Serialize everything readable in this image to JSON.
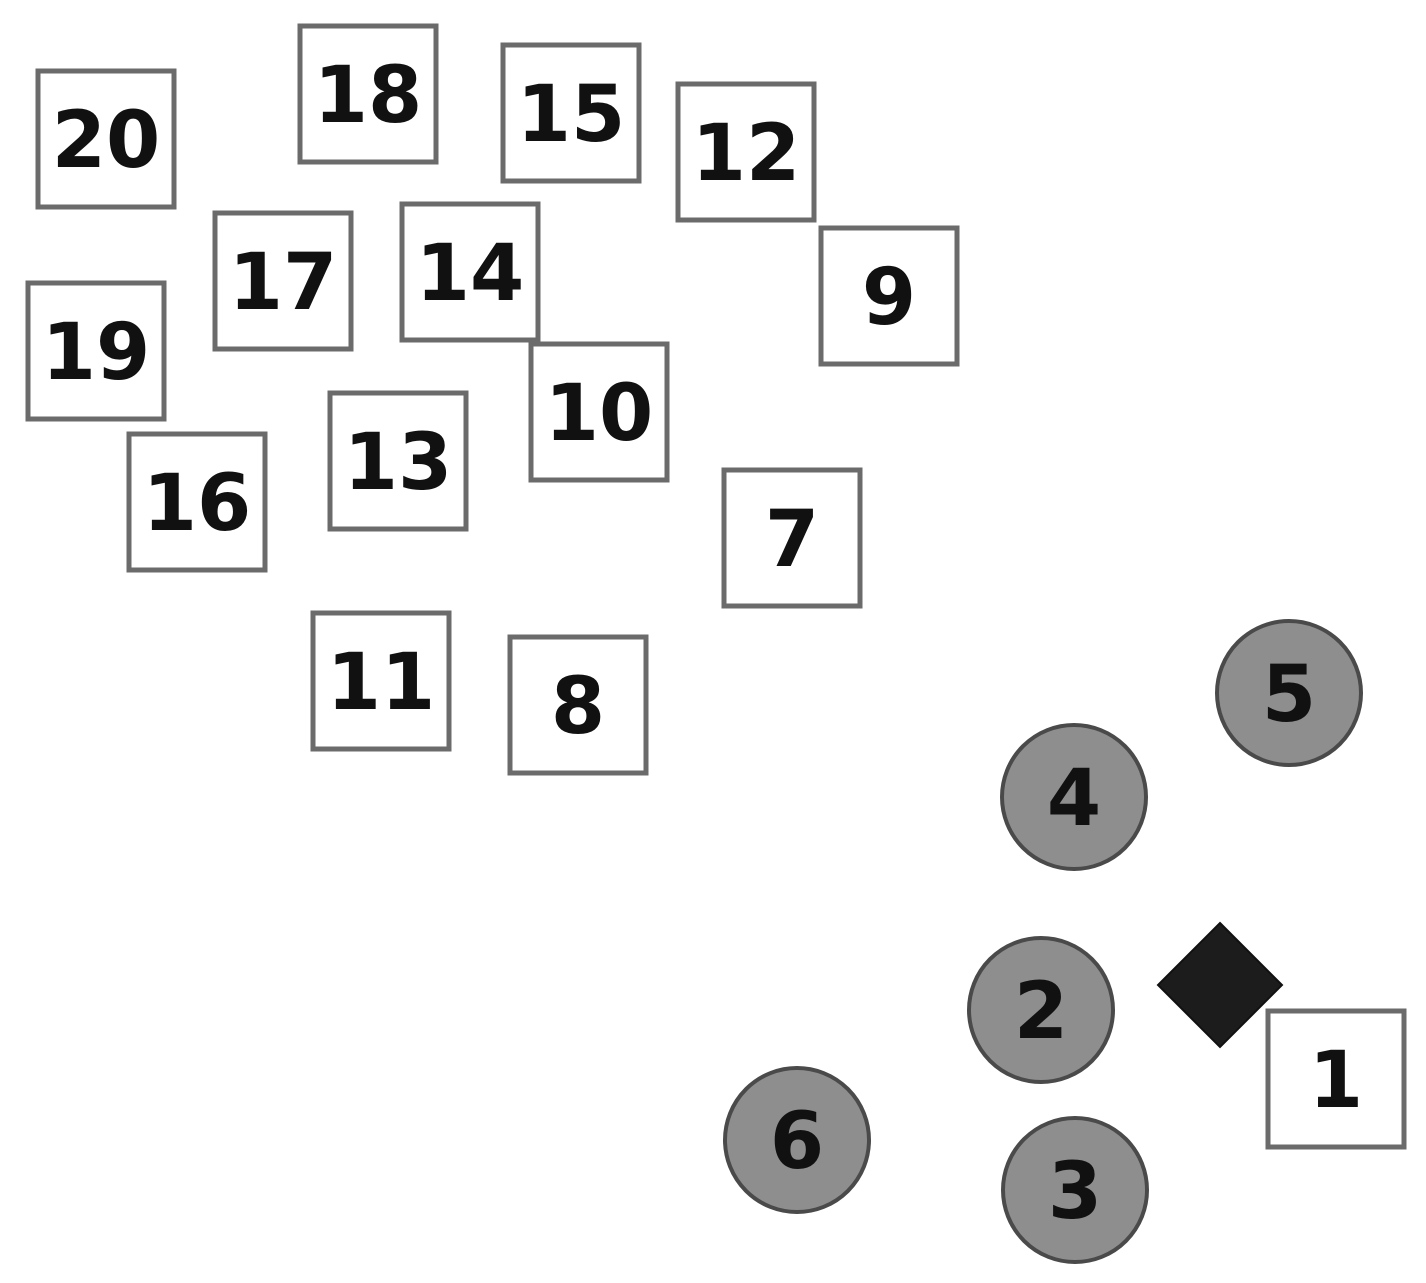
{
  "diagram": {
    "colors": {
      "box_fill": "#ffffff",
      "box_stroke": "#6b6b6b",
      "circle_fill": "#8e8e8e",
      "circle_stroke": "#4a4a4a",
      "diamond_fill": "#1c1c1c",
      "label": "#111111"
    },
    "nodes": [
      {
        "id": "20",
        "label": "20",
        "shape": "square"
      },
      {
        "id": "18",
        "label": "18",
        "shape": "square"
      },
      {
        "id": "15",
        "label": "15",
        "shape": "square"
      },
      {
        "id": "12",
        "label": "12",
        "shape": "square"
      },
      {
        "id": "17",
        "label": "17",
        "shape": "square"
      },
      {
        "id": "14",
        "label": "14",
        "shape": "square"
      },
      {
        "id": "9",
        "label": "9",
        "shape": "square"
      },
      {
        "id": "19",
        "label": "19",
        "shape": "square"
      },
      {
        "id": "10",
        "label": "10",
        "shape": "square"
      },
      {
        "id": "13",
        "label": "13",
        "shape": "square"
      },
      {
        "id": "16",
        "label": "16",
        "shape": "square"
      },
      {
        "id": "7",
        "label": "7",
        "shape": "square"
      },
      {
        "id": "11",
        "label": "11",
        "shape": "square"
      },
      {
        "id": "8",
        "label": "8",
        "shape": "square"
      },
      {
        "id": "5",
        "label": "5",
        "shape": "circle"
      },
      {
        "id": "4",
        "label": "4",
        "shape": "circle"
      },
      {
        "id": "2",
        "label": "2",
        "shape": "circle"
      },
      {
        "id": "6",
        "label": "6",
        "shape": "circle"
      },
      {
        "id": "3",
        "label": "3",
        "shape": "circle"
      },
      {
        "id": "1",
        "label": "1",
        "shape": "square"
      },
      {
        "id": "marker",
        "label": "",
        "shape": "diamond"
      }
    ]
  }
}
